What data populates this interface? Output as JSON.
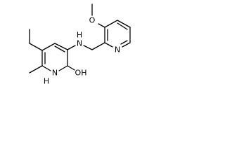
{
  "molecule": {
    "atoms": {
      "o_methoxy": "O",
      "n_amine": "N",
      "h_amine": "H",
      "n_pyridine_right": "N",
      "n_pyridine_left": "N",
      "h_pyridine_left": "H",
      "oh_group": "OH"
    }
  },
  "colors": {
    "bond": "#000000",
    "label": "#000000",
    "background": "#ffffff"
  }
}
